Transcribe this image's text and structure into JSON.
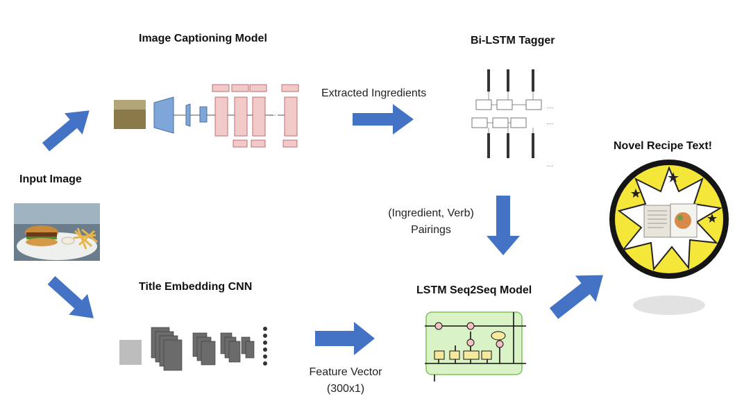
{
  "titles": {
    "input_image": "Input Image",
    "image_captioning": "Image Captioning Model",
    "bilstm_tagger": "Bi-LSTM Tagger",
    "title_embedding": "Title Embedding CNN",
    "lstm_seq2seq": "LSTM Seq2Seq Model",
    "novel_recipe": "Novel Recipe Text!"
  },
  "labels": {
    "extracted_ingredients": "Extracted Ingredients",
    "pairings_line1": "(Ingredient, Verb)",
    "pairings_line2": "Pairings",
    "feature_vector_line1": "Feature Vector",
    "feature_vector_line2": "(300x1)"
  },
  "colors": {
    "arrow_blue": "#4472c4",
    "lstm_green_fill": "#d9f2c6",
    "lstm_green_stroke": "#7fbf5a",
    "badge_yellow": "#f5e63a"
  }
}
